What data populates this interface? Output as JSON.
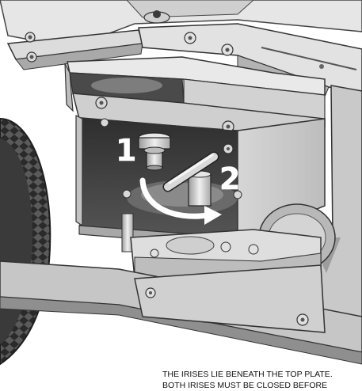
{
  "callouts": {
    "first": "1",
    "second": "2"
  },
  "caption": {
    "line1": "THE IRISES LIE BENEATH THE TOP PLATE.",
    "line2": "BOTH IRISES MUST BE CLOSED BEFORE"
  },
  "colors": {
    "metal_light": "#e4e4e4",
    "metal_mid": "#b9b9b9",
    "metal_dark": "#474747",
    "tire": "#3a3a3a",
    "box_interior": "#3d3d3d",
    "arrow": "#ffffff"
  },
  "icons": {
    "rotation_arrow": "curved-arrow-icon"
  }
}
